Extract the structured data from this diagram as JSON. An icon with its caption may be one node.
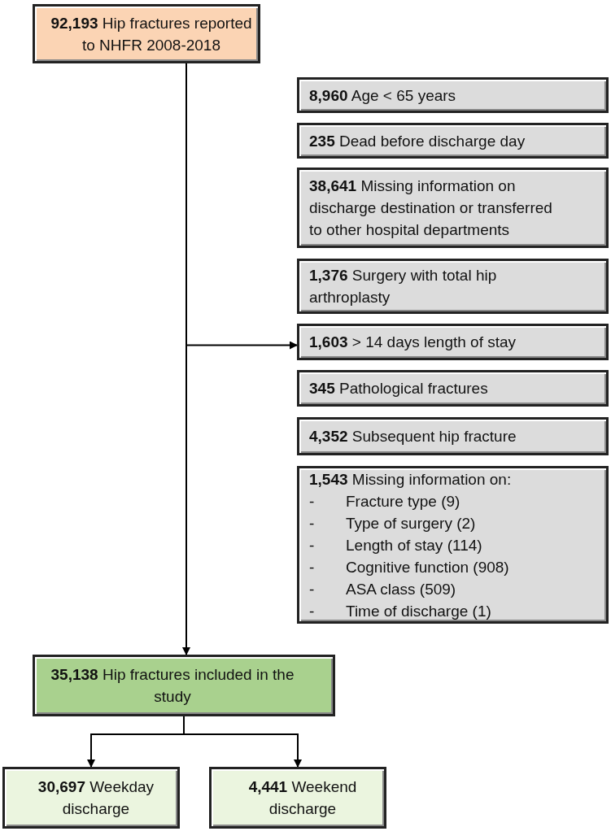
{
  "diagram": {
    "nodes": [
      {
        "text": [
          "**92,193** Hip fractures reported to NHFR 2008-2018"
        ]
      },
      {
        "text": [
          "**8,960** Age < 65 years"
        ]
      },
      {
        "text": [
          "**235** Dead before discharge day"
        ]
      },
      {
        "text": [
          "**38,641**  Missing information on discharge destination or transferred to other hospital departments"
        ]
      },
      {
        "text": [
          "**1,376** Surgery with total hip arthroplasty"
        ]
      },
      {
        "text": [
          "**1,603**  > 14 days length of stay"
        ]
      },
      {
        "text": [
          "**345** Pathological fractures"
        ]
      },
      {
        "text": [
          "**4,352** Subsequent hip fracture"
        ]
      },
      {
        "text": [
          "**1,543** Missing information on:",
          "-",
          "Fracture type (9)",
          "-",
          "Type of surgery (2)",
          "-",
          "Length of stay (114)",
          "-",
          "Cognitive function (908)",
          "-",
          "ASA class  (509)",
          "-",
          "Time of discharge (1)"
        ]
      },
      {
        "text": [
          "**35,138** Hip fractures included in the study"
        ]
      },
      {
        "text": [
          "**30,697** Weekday discharge"
        ]
      },
      {
        "text": [
          "**4,441** Weekend discharge"
        ]
      }
    ],
    "edges": [
      {
        "from": 0,
        "to": 9,
        "arrow": "to"
      },
      {
        "from": 0,
        "to": 5,
        "arrow": "to"
      },
      {
        "from": 9,
        "to": 10,
        "arrow": "to"
      },
      {
        "from": 9,
        "to": 11,
        "arrow": "to"
      }
    ]
  }
}
